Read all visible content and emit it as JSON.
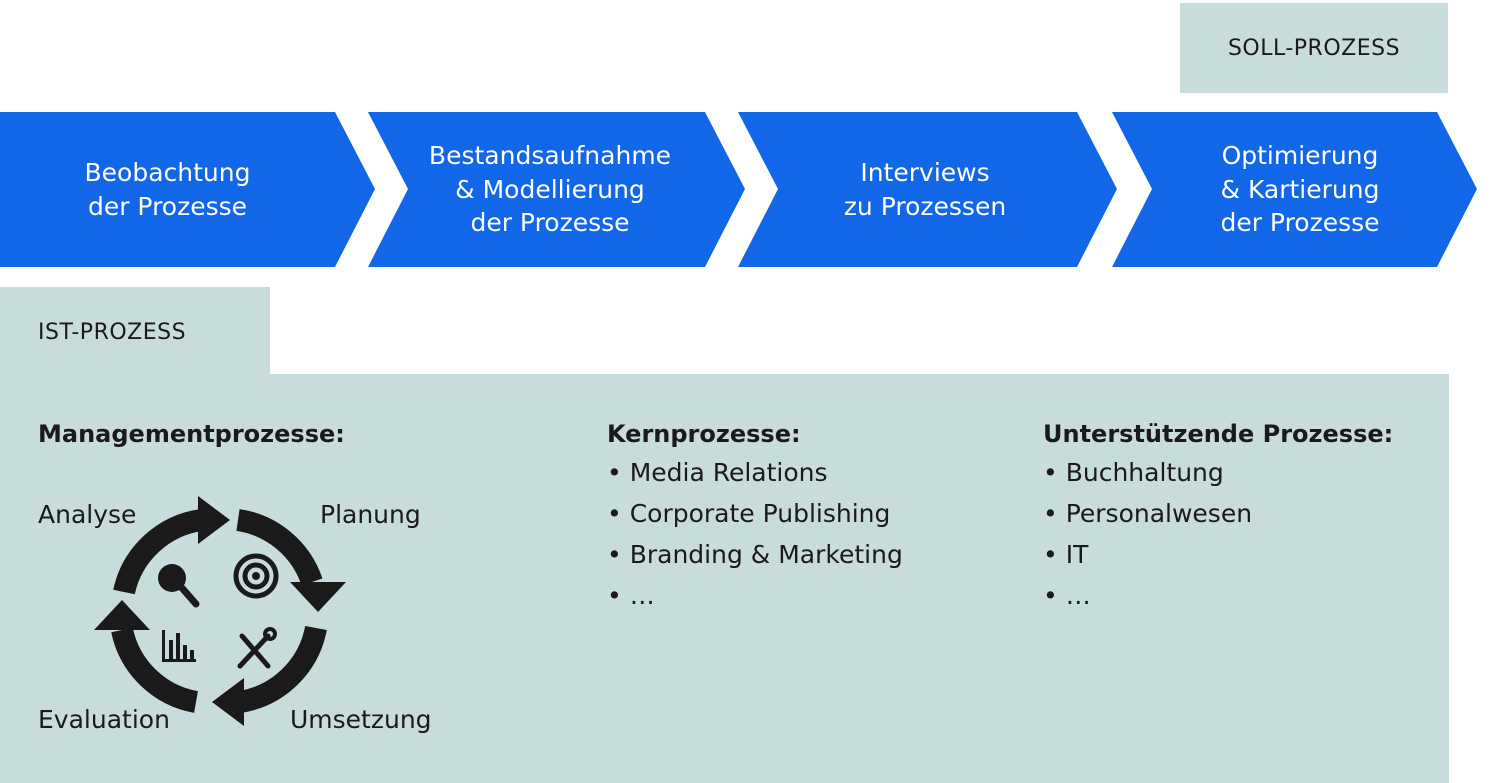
{
  "soll_label": "SOLL-PROZESS",
  "ist_label": "IST-PROZESS",
  "steps": [
    {
      "label": "Beobachtung\nder Prozesse"
    },
    {
      "label": "Bestandsaufnahme\n& Modellierung\nder Prozesse"
    },
    {
      "label": "Interviews\nzu Prozessen"
    },
    {
      "label": "Optimierung\n& Kartierung\nder Prozesse"
    }
  ],
  "management": {
    "title": "Managementprozesse:",
    "cycle": {
      "analyse": "Analyse",
      "planung": "Planung",
      "umsetzung": "Umsetzung",
      "evaluation": "Evaluation"
    }
  },
  "kern": {
    "title": "Kernprozesse:",
    "items": [
      "Media Relations",
      "Corporate Publishing",
      "Branding & Marketing",
      "…"
    ]
  },
  "unterstuetzend": {
    "title": "Unterstützende Prozesse:",
    "items": [
      "Buchhaltung",
      "Personalwesen",
      "IT",
      "…"
    ]
  },
  "colors": {
    "chevron_blue": "#1266e8",
    "panel_gray": "#c8dcdb",
    "icon_dark": "#1a1a1a"
  },
  "icons": [
    "search-icon",
    "target-icon",
    "bar-chart-icon",
    "tools-icon"
  ]
}
